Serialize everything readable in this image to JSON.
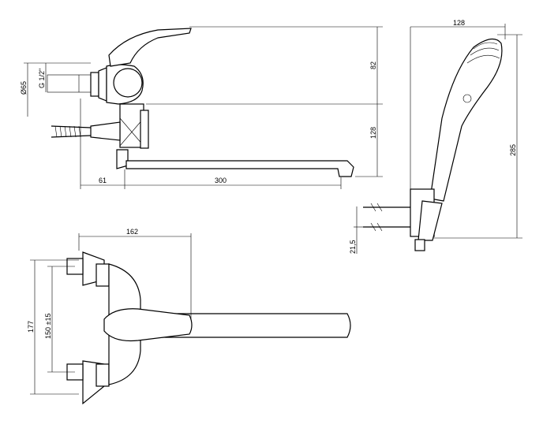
{
  "dimensions": {
    "side_view": {
      "outlet_diameter": "Ø65",
      "thread": "G 1/2\"",
      "height_upper": "82",
      "height_lower": "128",
      "wall_offset": "61",
      "spout_length": "300"
    },
    "shower_view": {
      "width": "128",
      "height": "285",
      "bracket_offset": "21,5"
    },
    "top_view": {
      "depth": "162",
      "total_height": "177",
      "center_distance": "150 ±15"
    }
  }
}
